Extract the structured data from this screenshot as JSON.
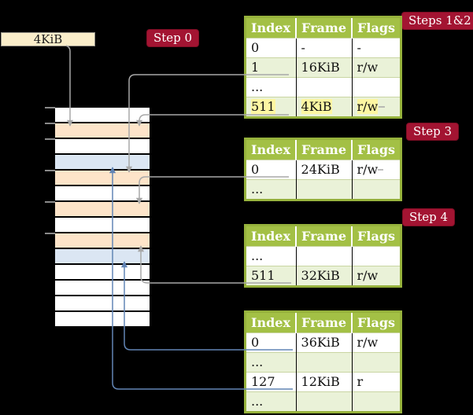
{
  "legend_box": {
    "label": "4KiB"
  },
  "labels": {
    "step0": "Step 0",
    "steps12": "Steps 1&2",
    "step3": "Step 3",
    "step4": "Step 4"
  },
  "memory_strip": {
    "rows": [
      "plain",
      "frame",
      "plain",
      "mapped",
      "frame",
      "plain",
      "frame",
      "plain",
      "frame",
      "mapped",
      "plain",
      "plain",
      "plain",
      "plain"
    ],
    "ticks": [
      0,
      1,
      2,
      4,
      6,
      8
    ]
  },
  "tables": [
    {
      "headers": [
        "Index",
        "Frame",
        "Flags"
      ],
      "rows": [
        {
          "cells": [
            "0",
            "-",
            "-"
          ],
          "tint": false,
          "highlight": false
        },
        {
          "cells": [
            "1",
            "16KiB",
            "r/w"
          ],
          "tint": true,
          "highlight": false
        },
        {
          "cells": [
            "...",
            "",
            ""
          ],
          "tint": false,
          "highlight": false
        },
        {
          "cells": [
            "511",
            "4KiB",
            "r/w"
          ],
          "tint": true,
          "highlight": true
        }
      ]
    },
    {
      "headers": [
        "Index",
        "Frame",
        "Flags"
      ],
      "rows": [
        {
          "cells": [
            "0",
            "24KiB",
            "r/w"
          ],
          "tint": false,
          "highlight": false
        },
        {
          "cells": [
            "...",
            "",
            ""
          ],
          "tint": true,
          "highlight": false
        }
      ]
    },
    {
      "headers": [
        "Index",
        "Frame",
        "Flags"
      ],
      "rows": [
        {
          "cells": [
            "...",
            "",
            ""
          ],
          "tint": false,
          "highlight": false
        },
        {
          "cells": [
            "511",
            "32KiB",
            "r/w"
          ],
          "tint": true,
          "highlight": false
        }
      ]
    },
    {
      "headers": [
        "Index",
        "Frame",
        "Flags"
      ],
      "rows": [
        {
          "cells": [
            "0",
            "36KiB",
            "r/w"
          ],
          "tint": false,
          "highlight": false
        },
        {
          "cells": [
            "...",
            "",
            ""
          ],
          "tint": true,
          "highlight": false
        },
        {
          "cells": [
            "127",
            "12KiB",
            "r"
          ],
          "tint": false,
          "highlight": false
        },
        {
          "cells": [
            "...",
            "",
            ""
          ],
          "tint": true,
          "highlight": false
        }
      ]
    }
  ],
  "colors": {
    "background": "#000000",
    "label_red": "#a31432",
    "table_header_green": "#a3c045",
    "table_border_green": "#96b23c",
    "row_tint_green": "#eaf2d8",
    "row_separator": "#c9d5a2",
    "highlight_yellow": "#fdf6a2",
    "strip_orange": "#fde4c9",
    "strip_blue": "#dbe6f3",
    "strip_white": "#ffffff",
    "box_cream": "#fbeeca",
    "line_gray": "#a8a8a8",
    "line_blue": "#6285b5",
    "tick_gray": "#8a8a8a"
  }
}
